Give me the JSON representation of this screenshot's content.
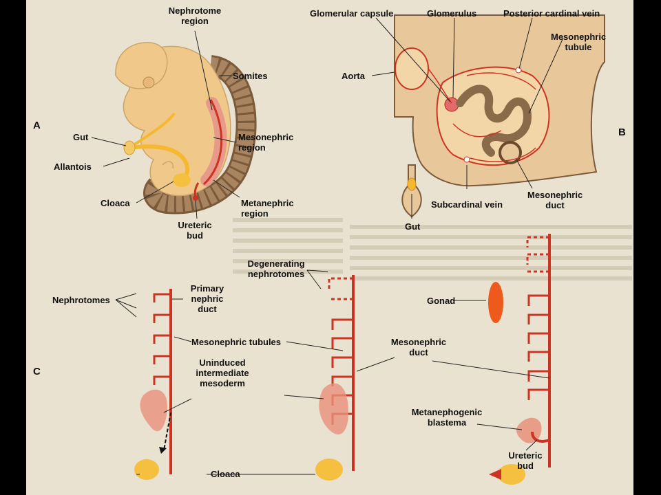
{
  "panels": {
    "a": "A",
    "b": "B",
    "c": "C"
  },
  "panel_a": {
    "nephrotome_region": [
      "Nephrotome",
      "region"
    ],
    "somites": "Somites",
    "gut": "Gut",
    "allantois": "Allantois",
    "mesonephric_region": [
      "Mesonephric",
      "region"
    ],
    "cloaca": "Cloaca",
    "metanephric_region": [
      "Metanephric",
      "region"
    ],
    "ureteric_bud": [
      "Ureteric",
      "bud"
    ]
  },
  "panel_b": {
    "glomerular_capsule": "Glomerular capsule",
    "glomerulus": "Glomerulus",
    "posterior_cardinal_vein": "Posterior cardinal vein",
    "mesonephric_tubule": [
      "Mesonephric",
      "tubule"
    ],
    "aorta": "Aorta",
    "subcardinal_vein": "Subcardinal vein",
    "mesonephric_duct": [
      "Mesonephric",
      "duct"
    ],
    "gut": "Gut"
  },
  "panel_c": {
    "degenerating_nephrotomes": [
      "Degenerating",
      "nephrotomes"
    ],
    "nephrotomes": "Nephrotomes",
    "primary_nephric_duct": [
      "Primary",
      "nephric",
      "duct"
    ],
    "gonad": "Gonad",
    "mesonephric_tubules": "Mesonephric tubules",
    "mesonephric_duct": [
      "Mesonephric",
      "duct"
    ],
    "uninduced_mesoderm": [
      "Uninduced",
      "intermediate",
      "mesoderm"
    ],
    "metanephogenic_blastema": [
      "Metanephogenic",
      "blastema"
    ],
    "ureteric_bud": [
      "Ureteric",
      "bud"
    ],
    "cloaca": "Cloaca"
  },
  "colors": {
    "page": "#e9e2d0",
    "embryo": "#f0c98a",
    "duct_red": "#cc3322",
    "somite_brown": "#8a6a48",
    "cloaca_yellow": "#f5c040",
    "gonad_orange": "#ee5a1c",
    "mesoderm_pink": "#e8907a",
    "tissue_tan": "#e8c79a"
  }
}
